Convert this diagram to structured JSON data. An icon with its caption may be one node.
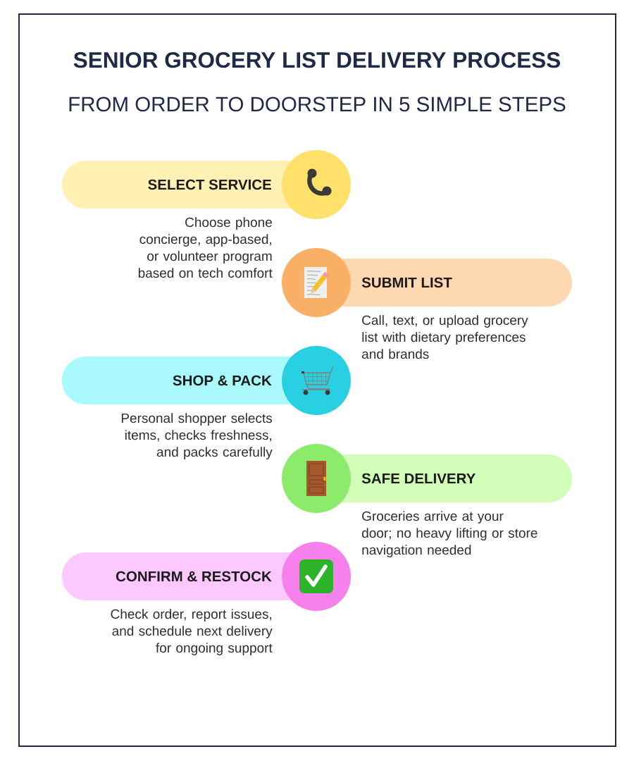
{
  "diagram": {
    "title": "SENIOR GROCERY LIST DELIVERY PROCESS",
    "nodes": [
      {
        "text": [
          "SELECT SERVICE"
        ],
        "beside": [
          "Choose phone concierge, app-based, or volunteer program based on tech comfort"
        ]
      },
      {
        "text": [
          "SUBMIT LIST"
        ],
        "beside": [
          "Call, text, or upload grocery list with dietary preferences and brands"
        ]
      },
      {
        "text": [
          "SHOP & PACK"
        ],
        "beside": [
          "Personal shopper selects items, checks freshness, and packs carefully"
        ]
      },
      {
        "text": [
          "SAFE DELIVERY"
        ],
        "beside": [
          "Groceries arrive at your door; no heavy lifting or store navigation needed"
        ]
      },
      {
        "text": [
          "CONFIRM & RESTOCK"
        ],
        "beside": [
          "Check order, report issues, and schedule next delivery for ongoing support"
        ]
      }
    ],
    "labels": [
      "FROM ORDER TO DOORSTEP IN 5 SIMPLE STEPS"
    ]
  }
}
